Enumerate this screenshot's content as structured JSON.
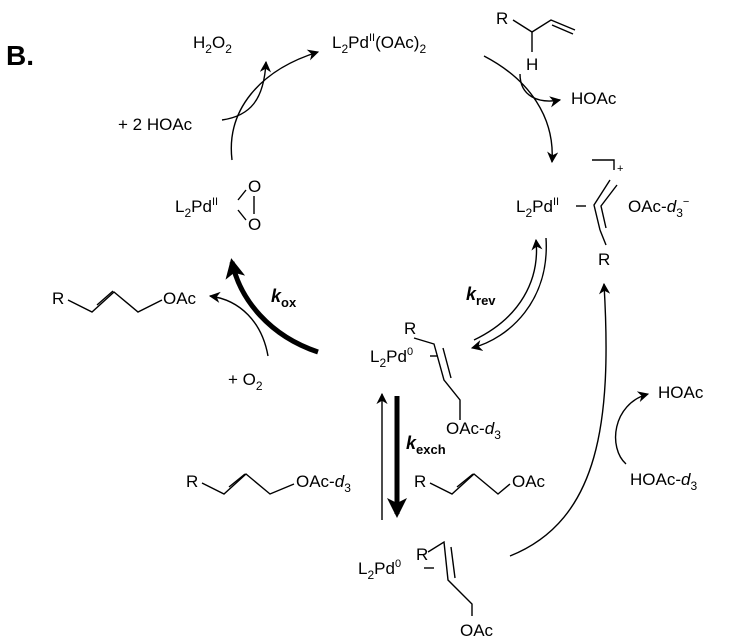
{
  "panel_label": "B.",
  "species": {
    "h2o2": {
      "main": "H",
      "sub1": "2",
      "mid": "O",
      "sub2": "2"
    },
    "pd_oac2": {
      "l": "L",
      "l_sub": "2",
      "pd": "Pd",
      "ox": "II",
      "rest": "(OAc)",
      "rest_sub": "2"
    },
    "allyl_sub_r": "R",
    "allyl_sub_h": "H",
    "hoac_top": "HOAc",
    "plus_2hoac": "+ 2 HOAc",
    "pd_peroxo": {
      "l": "L",
      "l_sub": "2",
      "pd": "Pd",
      "ox": "II",
      "o1": "O",
      "o2": "O"
    },
    "pd_allyl": {
      "l": "L",
      "l_sub": "2",
      "pd": "Pd",
      "ox": "II",
      "dash": "—",
      "charge": "+",
      "r": "R",
      "anion": "OAc-",
      "anion_d": "d",
      "anion_sub": "3",
      "anion_charge": "−"
    },
    "product_left": {
      "r": "R",
      "oac": "OAc"
    },
    "plus_o2": {
      "main": "+ O",
      "sub": "2"
    },
    "pd0_mid": {
      "l": "L",
      "l_sub": "2",
      "pd": "Pd",
      "ox": "0",
      "r": "R",
      "oac": "OAc-",
      "d": "d",
      "d_sub": "3"
    },
    "free_allyl_d3": {
      "r": "R",
      "oac": "OAc-",
      "d": "d",
      "d_sub": "3"
    },
    "free_allyl_oac": {
      "r": "R",
      "oac": "OAc"
    },
    "hoac_right": "HOAc",
    "hoac_d3_right": {
      "main": "HOAc-",
      "d": "d",
      "sub": "3"
    },
    "pd0_bottom": {
      "l": "L",
      "l_sub": "2",
      "pd": "Pd",
      "ox": "0",
      "r": "R",
      "oac": "OAc"
    }
  },
  "rate_constants": {
    "k_ox": {
      "k": "k",
      "sub": "ox"
    },
    "k_rev": {
      "k": "k",
      "sub": "rev"
    },
    "k_exch": {
      "k": "k",
      "sub": "exch"
    }
  }
}
